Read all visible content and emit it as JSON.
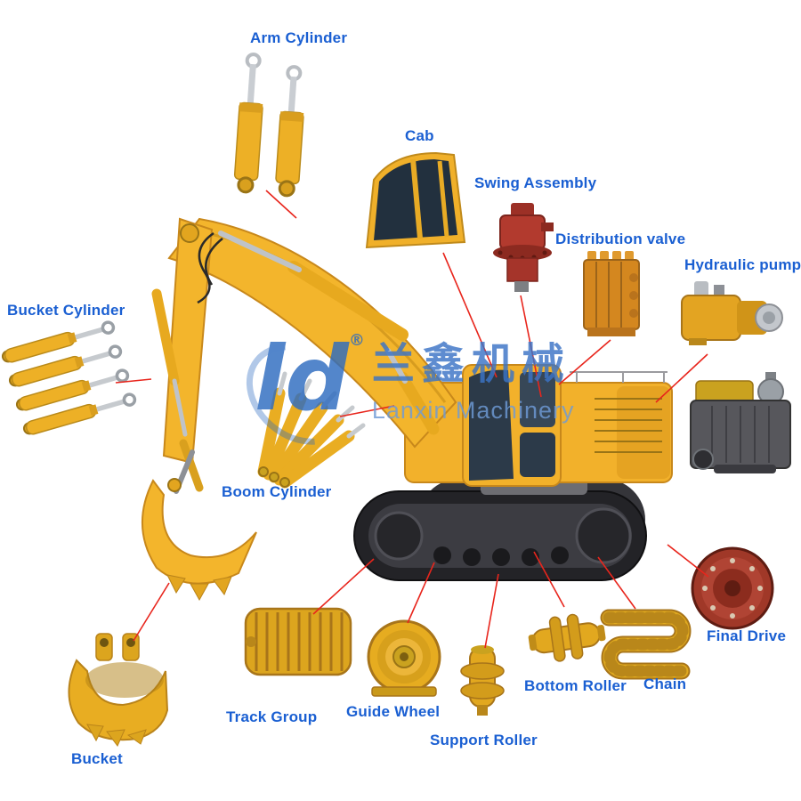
{
  "watermark": {
    "logo": "ld",
    "registered": "®",
    "cn": "兰鑫机械",
    "en": "Lanxin Machinery"
  },
  "labels": {
    "arm_cylinder": "Arm Cylinder",
    "cab": "Cab",
    "swing_assembly": "Swing Assembly",
    "distribution_valve": "Distribution valve",
    "hydraulic_pump": "Hydraulic pump",
    "bucket_cylinder": "Bucket Cylinder",
    "boom_cylinder": "Boom Cylinder",
    "final_drive": "Final Drive",
    "chain": "Chain",
    "bottom_roller": "Bottom Roller",
    "support_roller": "Support Roller",
    "guide_wheel": "Guide Wheel",
    "track_group": "Track Group",
    "bucket": "Bucket"
  },
  "colors": {
    "label_text": "#1a5fd2",
    "leader_line": "#e8251c",
    "machine_yellow": "#f2b12b",
    "part_red": "#a03828",
    "watermark_blue": "#3b74c6"
  }
}
